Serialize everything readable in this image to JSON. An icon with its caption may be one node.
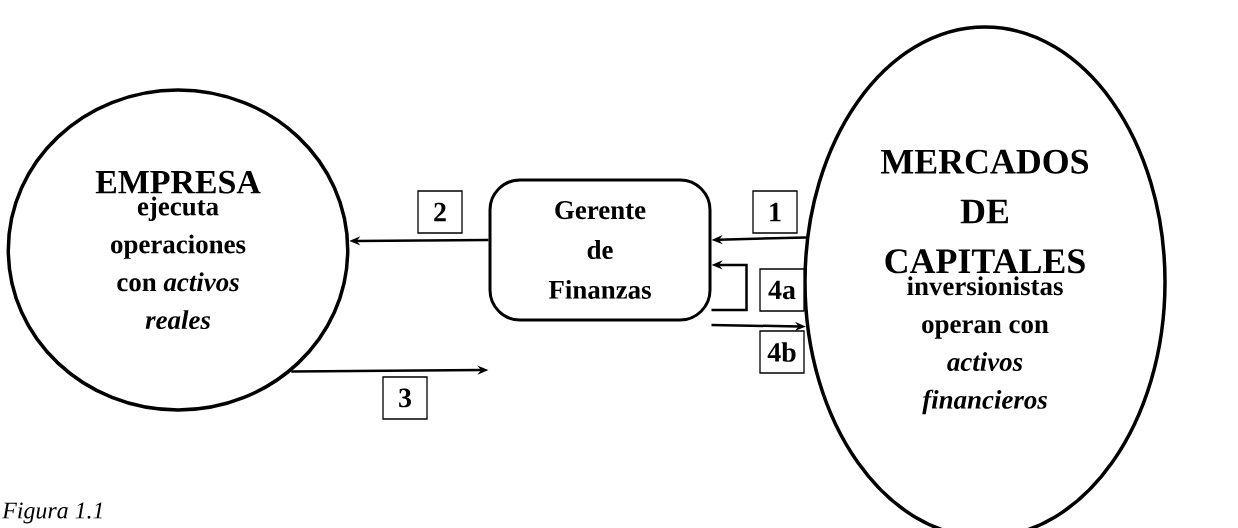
{
  "diagram": {
    "caption": "Figura 1.1",
    "nodes": [
      {
        "text": [
          "EMPRESA",
          "ejecuta operaciones con *activos reales*"
        ]
      },
      {
        "text": [
          "Gerente de Finanzas"
        ]
      },
      {
        "text": [
          "MERCADOS DE CAPITALES",
          "inversionistas operan con *activos financieros*"
        ]
      }
    ],
    "edges": [
      {
        "from": 2,
        "to": 1,
        "arrow": "to",
        "label": "1"
      },
      {
        "from": 1,
        "to": 0,
        "arrow": "to",
        "label": "2"
      },
      {
        "from": 0,
        "to": 1,
        "arrow": "to",
        "label": "3"
      },
      {
        "from": 1,
        "to": 1,
        "arrow": "to",
        "label": "4a"
      },
      {
        "from": 1,
        "to": 2,
        "arrow": "to",
        "label": "4b"
      }
    ]
  }
}
